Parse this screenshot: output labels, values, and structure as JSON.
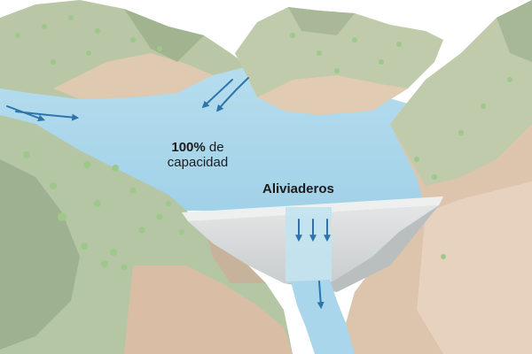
{
  "labels": {
    "capacity_value": "100%",
    "capacity_prefix": "de",
    "capacity_suffix": "capacidad",
    "spillways": "Aliviaderos"
  },
  "colors": {
    "water": "#a9d6ea",
    "water_light": "#c4e6f4",
    "arrow": "#2c74ab",
    "hill_green": "#b5c6a4",
    "hill_shadow": "#8fa487",
    "hill_sand": "#ddc3ac",
    "dam": "#d7dadb",
    "tree": "#9ec88b"
  },
  "icons": [
    "flow-arrow-icon"
  ]
}
